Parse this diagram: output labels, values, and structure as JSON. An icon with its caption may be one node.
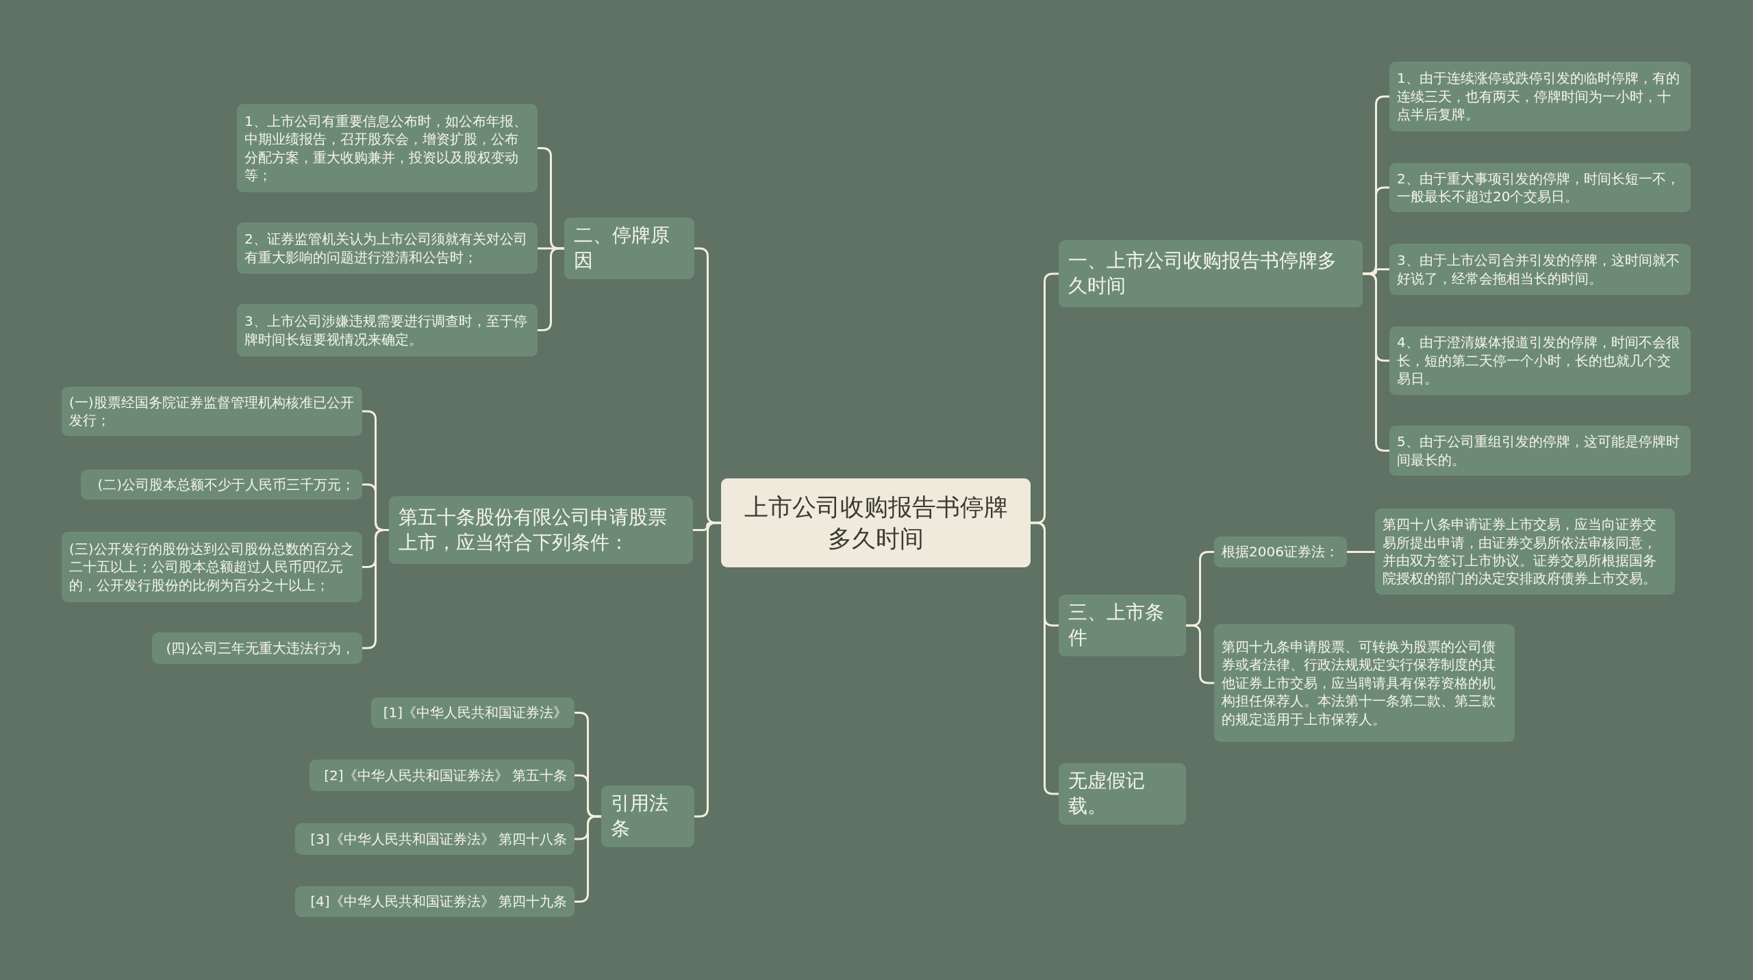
{
  "diagram": {
    "nodes": [
      {
        "text": [
          "上市公司收购报告书停牌多久时间"
        ]
      },
      {
        "text": [
          "一、上市公司收购报告书停牌多久时间"
        ]
      },
      {
        "text": [
          "1、由于连续涨停或跌停引发的临时停牌，有的连续三天，也有两天，停牌时间为一小时，十点半后复牌。"
        ]
      },
      {
        "text": [
          "2、由于重大事项引发的停牌，时间长短一不，一般最长不超过20个交易日。"
        ]
      },
      {
        "text": [
          "3、由于上市公司合并引发的停牌，这时间就不好说了，经常会拖相当长的时间。"
        ]
      },
      {
        "text": [
          "4、由于澄清媒体报道引发的停牌，时间不会很长，短的第二天停一个小时，长的也就几个交易日。"
        ]
      },
      {
        "text": [
          "5、由于公司重组引发的停牌，这可能是停牌时间最长的。"
        ]
      },
      {
        "text": [
          "三、上市条件"
        ]
      },
      {
        "text": [
          "根据2006证券法："
        ]
      },
      {
        "text": [
          "第四十八条申请证券上市交易，应当向证券交易所提出申请，由证券交易所依法审核同意，并由双方签订上市协议。证券交易所根据国务院授权的部门的决定安排政府债券上市交易。"
        ]
      },
      {
        "text": [
          "第四十九条申请股票、可转换为股票的公司债券或者法律、行政法规规定实行保荐制度的其他证券上市交易，应当聘请具有保荐资格的机构担任保荐人。本法第十一条第二款、第三款的规定适用于上市保荐人。"
        ]
      },
      {
        "text": [
          "无虚假记载。"
        ]
      },
      {
        "text": [
          "二、停牌原因"
        ]
      },
      {
        "text": [
          "1、上市公司有重要信息公布时，如公布年报、中期业绩报告，召开股东会，增资扩股，公布分配方案，重大收购兼并，投资以及股权变动等；"
        ]
      },
      {
        "text": [
          "2、证券监管机关认为上市公司须就有关对公司有重大影响的问题进行澄清和公告时；"
        ]
      },
      {
        "text": [
          "3、上市公司涉嫌违规需要进行调查时，至于停牌时间长短要视情况来确定。"
        ]
      },
      {
        "text": [
          "第五十条股份有限公司申请股票上市，应当符合下列条件："
        ]
      },
      {
        "text": [
          "(一)股票经国务院证券监督管理机构核准已公开发行；"
        ]
      },
      {
        "text": [
          "(二)公司股本总额不少于人民币三千万元；"
        ]
      },
      {
        "text": [
          "(三)公开发行的股份达到公司股份总数的百分之二十五以上；公司股本总额超过人民币四亿元的，公开发行股份的比例为百分之十以上；"
        ]
      },
      {
        "text": [
          "(四)公司三年无重大违法行为，"
        ]
      },
      {
        "text": [
          "引用法条"
        ]
      },
      {
        "text": [
          "[1]《中华人民共和国证券法》"
        ]
      },
      {
        "text": [
          "[2]《中华人民共和国证券法》 第五十条"
        ]
      },
      {
        "text": [
          "[3]《中华人民共和国证券法》 第四十八条"
        ]
      },
      {
        "text": [
          "[4]《中华人民共和国证券法》 第四十九条"
        ]
      }
    ],
    "edges": [
      {
        "from": 0,
        "to": 1,
        "arrow": "none"
      },
      {
        "from": 1,
        "to": 2,
        "arrow": "none"
      },
      {
        "from": 1,
        "to": 3,
        "arrow": "none"
      },
      {
        "from": 1,
        "to": 4,
        "arrow": "none"
      },
      {
        "from": 1,
        "to": 5,
        "arrow": "none"
      },
      {
        "from": 1,
        "to": 6,
        "arrow": "none"
      },
      {
        "from": 0,
        "to": 7,
        "arrow": "none"
      },
      {
        "from": 7,
        "to": 8,
        "arrow": "none"
      },
      {
        "from": 8,
        "to": 9,
        "arrow": "none"
      },
      {
        "from": 7,
        "to": 10,
        "arrow": "none"
      },
      {
        "from": 0,
        "to": 11,
        "arrow": "none"
      },
      {
        "from": 0,
        "to": 12,
        "arrow": "none"
      },
      {
        "from": 12,
        "to": 13,
        "arrow": "none"
      },
      {
        "from": 12,
        "to": 14,
        "arrow": "none"
      },
      {
        "from": 12,
        "to": 15,
        "arrow": "none"
      },
      {
        "from": 0,
        "to": 16,
        "arrow": "none"
      },
      {
        "from": 16,
        "to": 17,
        "arrow": "none"
      },
      {
        "from": 16,
        "to": 18,
        "arrow": "none"
      },
      {
        "from": 16,
        "to": 19,
        "arrow": "none"
      },
      {
        "from": 16,
        "to": 20,
        "arrow": "none"
      },
      {
        "from": 0,
        "to": 21,
        "arrow": "none"
      },
      {
        "from": 21,
        "to": 22,
        "arrow": "none"
      },
      {
        "from": 21,
        "to": 23,
        "arrow": "none"
      },
      {
        "from": 21,
        "to": 24,
        "arrow": "none"
      },
      {
        "from": 21,
        "to": 25,
        "arrow": "none"
      }
    ]
  }
}
